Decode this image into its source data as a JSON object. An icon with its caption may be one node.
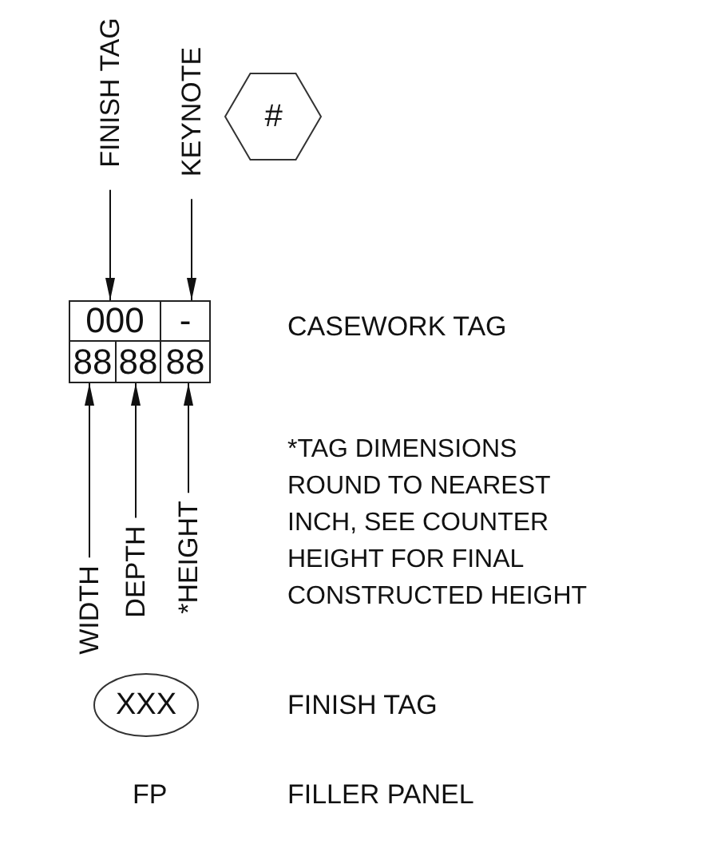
{
  "diagram": {
    "nodes": [
      {
        "text": [
          "FINISH TAG"
        ]
      },
      {
        "text": [
          "KEYNOTE"
        ]
      },
      {
        "text": [
          "#"
        ]
      },
      {
        "text": [],
        "shape": "box"
      },
      {
        "text": [
          "000"
        ],
        "in": 3
      },
      {
        "text": [
          "-"
        ],
        "in": 3
      },
      {
        "text": [
          "88"
        ],
        "in": 3
      },
      {
        "text": [
          "88"
        ],
        "in": 3
      },
      {
        "text": [
          "88"
        ],
        "in": 3
      },
      {
        "text": [
          "WIDTH"
        ]
      },
      {
        "text": [
          "DEPTH"
        ]
      },
      {
        "text": [
          "*HEIGHT"
        ]
      },
      {
        "text": [
          "XXX"
        ]
      }
    ],
    "edges": [
      {
        "from": 0,
        "to": 4,
        "arrow": "to"
      },
      {
        "from": 1,
        "to": 5,
        "arrow": "to"
      },
      {
        "from": 9,
        "to": 6,
        "arrow": "to"
      },
      {
        "from": 10,
        "to": 7,
        "arrow": "to"
      },
      {
        "from": 11,
        "to": 8,
        "arrow": "to"
      }
    ],
    "labels": [
      "CASEWORK TAG",
      "*TAG DIMENSIONS ROUND TO NEAREST INCH, SEE COUNTER HEIGHT FOR FINAL CONSTRUCTED HEIGHT",
      "FINISH TAG",
      "FP",
      "FILLER PANEL"
    ]
  }
}
